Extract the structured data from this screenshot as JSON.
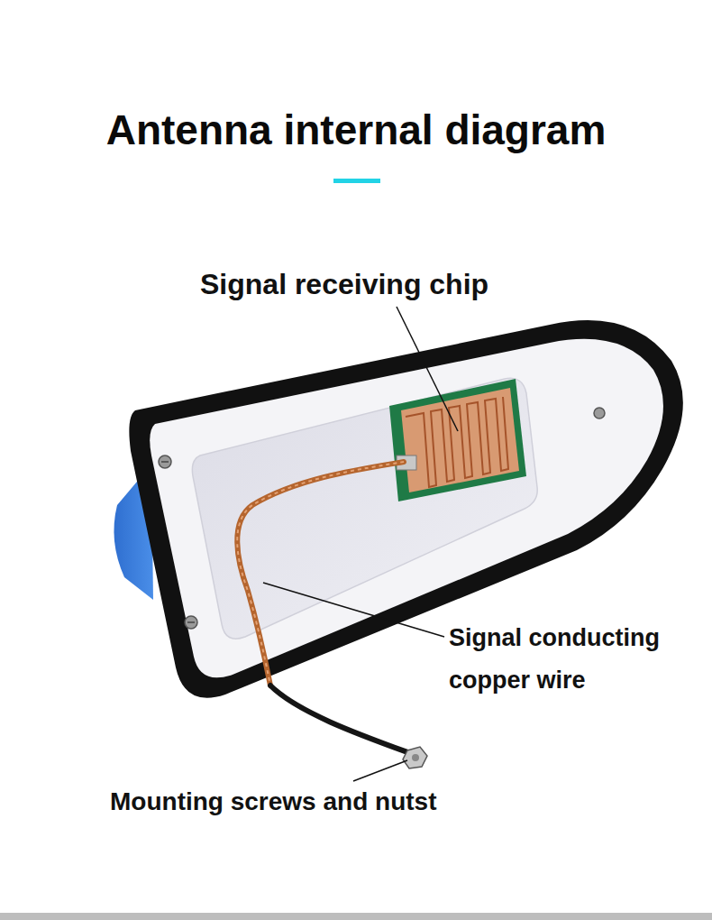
{
  "diagram": {
    "title": "Antenna internal diagram",
    "labels": [
      "Signal receiving chip",
      "Signal conducting copper wire",
      "Mounting screws and nutst"
    ]
  }
}
